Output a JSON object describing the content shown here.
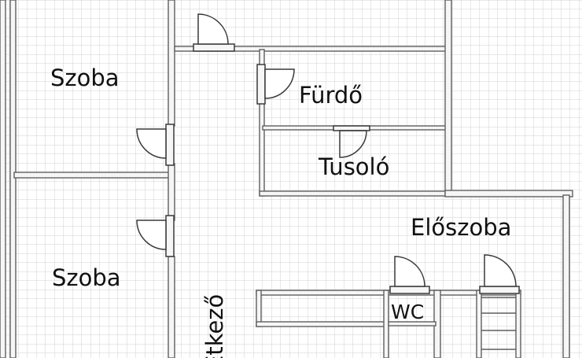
{
  "rooms": {
    "szoba_top": "Szoba",
    "szoba_bottom": "Szoba",
    "furdo": "Fürdő",
    "tusolo": "Tusoló",
    "eloszoba": "Előszoba",
    "wc": "WC",
    "etkezo": "Étkező"
  },
  "colors": {
    "grid": "#d2d2d2",
    "wall_fill": "#f6f6f6",
    "wall_stroke": "#5f5f5f",
    "text": "#111111"
  }
}
